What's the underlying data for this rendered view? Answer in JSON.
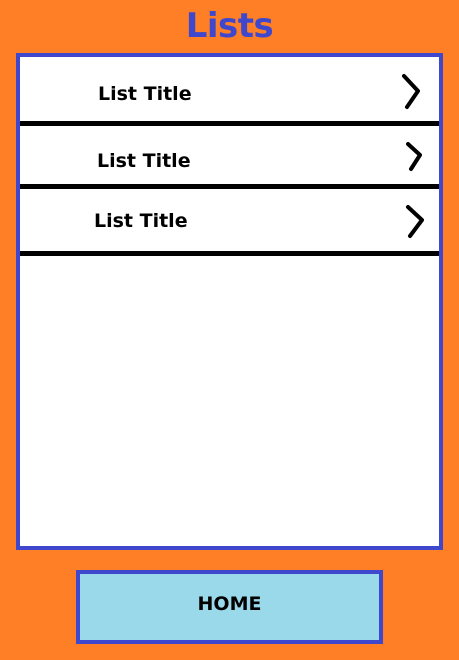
{
  "header": {
    "title": "Lists"
  },
  "list": {
    "items": [
      {
        "label": "List Title",
        "icon": "chevron-right-icon"
      },
      {
        "label": "List Title",
        "icon": "chevron-right-icon"
      },
      {
        "label": "List Title",
        "icon": "chevron-right-icon"
      }
    ]
  },
  "footer": {
    "home_label": "HOME"
  },
  "colors": {
    "background": "#ff7f27",
    "accent": "#3f48cc",
    "panel": "#ffffff",
    "button": "#99d9ea",
    "text": "#000000"
  }
}
